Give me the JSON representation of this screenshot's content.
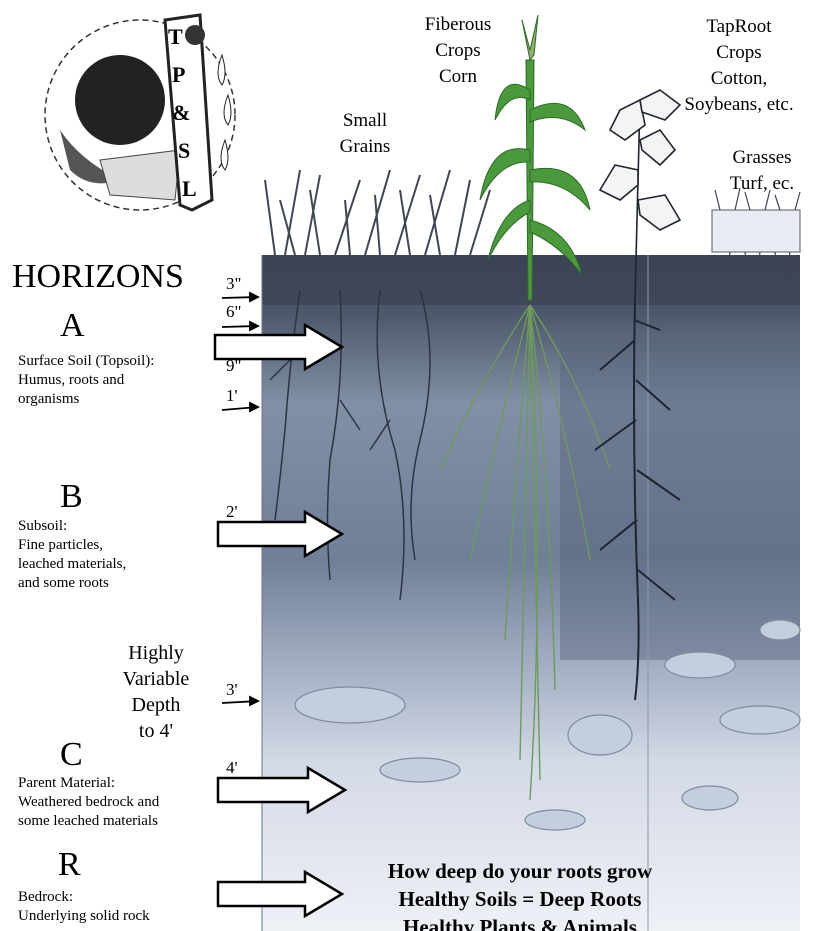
{
  "logo": {
    "letters": [
      "T",
      "P",
      "&",
      "S",
      "L"
    ]
  },
  "plants": {
    "small_grains": [
      "Small",
      "Grains"
    ],
    "fiberous": [
      "Fiberous",
      "Crops",
      "Corn"
    ],
    "taproot": [
      "TapRoot",
      "Crops",
      "Cotton,",
      "Soybeans, etc."
    ],
    "grasses": [
      "Grasses",
      "Turf, ec."
    ]
  },
  "title": "HORIZONS",
  "depths": [
    "3\"",
    "6\"",
    "9\"",
    "1'",
    "2'",
    "3'",
    "4'"
  ],
  "horizons": [
    {
      "letter": "A",
      "desc": [
        "Surface Soil (Topsoil):",
        "Humus, roots and",
        "organisms"
      ]
    },
    {
      "letter": "B",
      "desc": [
        "Subsoil:",
        "Fine particles,",
        "leached materials,",
        "and some roots"
      ]
    },
    {
      "letter": "C",
      "desc": [
        "Parent Material:",
        "Weathered bedrock and",
        "some leached materials"
      ]
    },
    {
      "letter": "R",
      "desc": [
        "Bedrock:",
        "Underlying solid rock"
      ]
    }
  ],
  "variable": [
    "Highly",
    "Variable",
    "Depth",
    "to 4'"
  ],
  "footer": [
    "How deep do your roots grow",
    "Healthy Soils = Deep Roots",
    "Healthy Plants & Animals"
  ],
  "colors": {
    "topsoil": "#4e5a6c",
    "subsoil": "#7f8fa8",
    "parent": "#c3cbdc",
    "roots_fiber": "#6e9a5c",
    "corn": "#4a9a3c",
    "taproot": "#1e2430"
  }
}
